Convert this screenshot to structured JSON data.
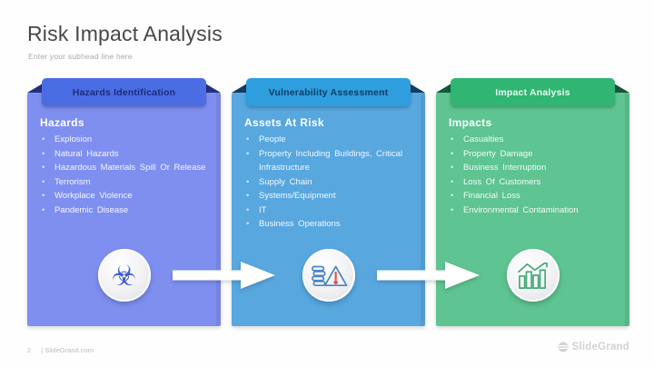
{
  "slide": {
    "title": "Risk Impact Analysis",
    "subtitle": "Enter your subhead line here",
    "background": "#fefefe"
  },
  "arrow": {
    "color": "#ffffff"
  },
  "columns": [
    {
      "tab_label": "Hazards Identification",
      "heading": "Hazards",
      "items": [
        "Explosion",
        "Natural Hazards",
        "Hazardous Materials Spill Or Release",
        "Terrorism",
        "Workplace Violence",
        "Pandemic Disease"
      ],
      "icon": "biohazard-icon",
      "glyph": "☣",
      "colors": {
        "tab_bg": "#4a6de4",
        "body_bg": "#7f8ff0",
        "fold": "#232f7d",
        "tab_text": "#1c2c78",
        "icon_color": "#3d5bd0",
        "icon_accent": "#3d5bd0"
      }
    },
    {
      "tab_label": "Vulnerability Assessment",
      "heading": "Assets At Risk",
      "items": [
        "People",
        "Property Including Buildings, Critical Infrastructure",
        "Supply Chain",
        "Systems/Equipment",
        "IT",
        "Business Operations"
      ],
      "icon": "assets-at-risk-icon",
      "colors": {
        "tab_bg": "#2e9ede",
        "body_bg": "#58a7df",
        "fold": "#133c60",
        "tab_text": "#0e3d68",
        "icon_color": "#4a85c8",
        "icon_accent": "#e2574c"
      }
    },
    {
      "tab_label": "Impact Analysis",
      "heading": "Impacts",
      "items": [
        "Casualties",
        "Property Damage",
        "Business Interruption",
        "Loss Of Customers",
        "Financial Loss",
        "Environmental Contamination"
      ],
      "icon": "impact-chart-icon",
      "colors": {
        "tab_bg": "#30b573",
        "body_bg": "#5ec491",
        "fold": "#15573a",
        "tab_text": "#eafaf1",
        "icon_color": "#45a87a",
        "icon_accent": "#45a87a"
      }
    }
  ],
  "footer": {
    "page_number": "2",
    "site": "| SlideGrand.com",
    "brand": "SlideGrand"
  }
}
